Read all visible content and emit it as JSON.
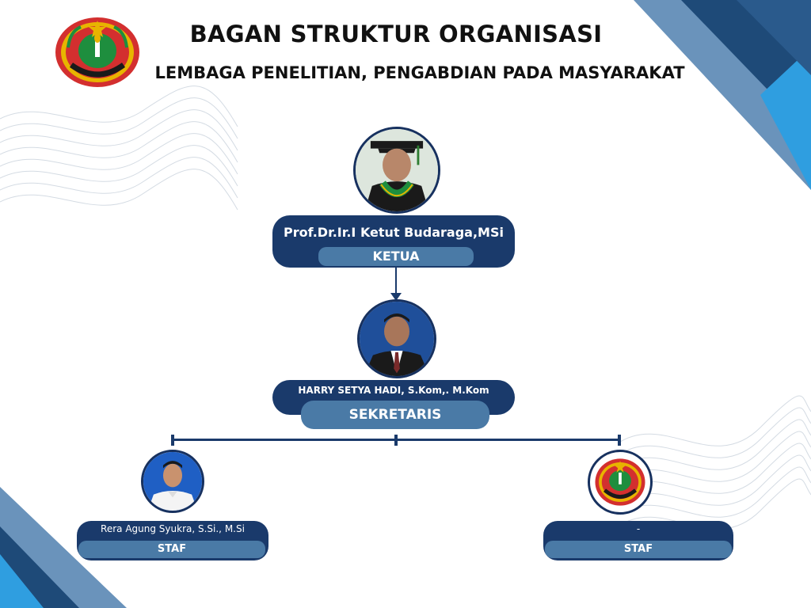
{
  "title": "BAGAN STRUKTUR ORGANISASI",
  "subtitle": "LEMBAGA PENELITIAN, PENGABDIAN PADA MASYARAKAT",
  "colors": {
    "navy": "#1a3a6b",
    "steel_blue": "#4a7aa6",
    "accent_blue": "#6a93bb",
    "logo_red": "#d32f2f",
    "logo_gold": "#e8b400",
    "logo_green": "#1e8e3e"
  },
  "logo": {
    "icon": "university-emblem-icon"
  },
  "ketua": {
    "name": "Prof.Dr.Ir.I Ketut Budaraga,MSi",
    "role": "KETUA"
  },
  "sekretaris": {
    "name": "HARRY SETYA HADI, S.Kom,. M.Kom",
    "role": "SEKRETARIS"
  },
  "staf_left": {
    "name": "Rera Agung Syukra, S.Si., M.Si",
    "role": "STAF"
  },
  "staf_right": {
    "name": "-",
    "role": "STAF"
  }
}
